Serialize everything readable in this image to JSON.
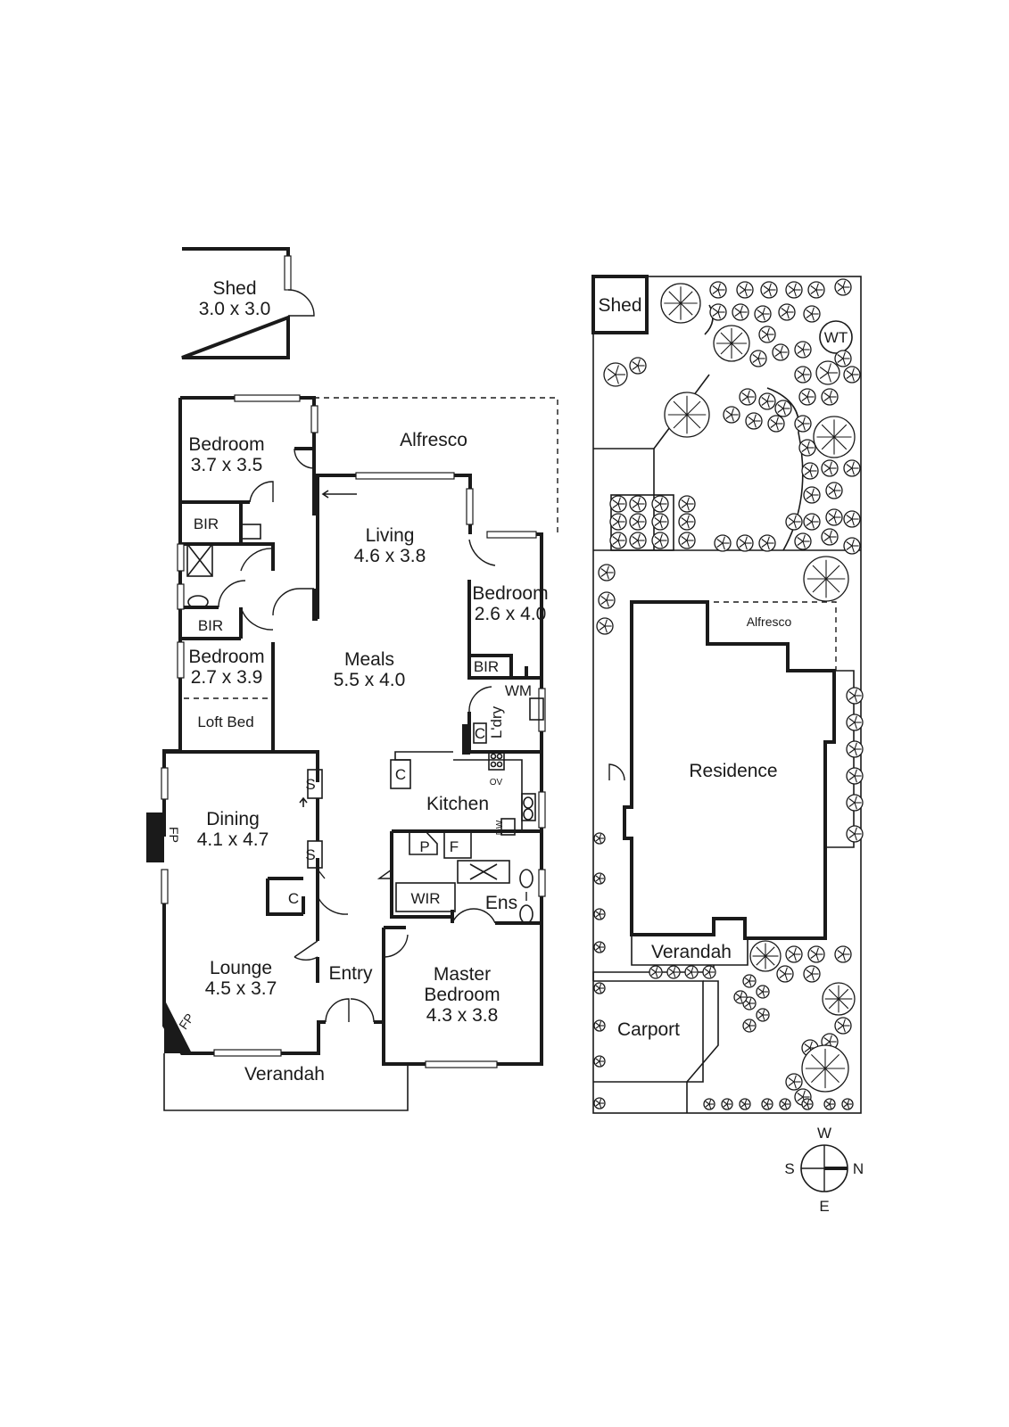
{
  "floor_plan": {
    "rooms": {
      "shed": {
        "name": "Shed",
        "size": "3.0 x 3.0"
      },
      "bedroom_top": {
        "name": "Bedroom",
        "size": "3.7 x 3.5"
      },
      "alfresco": {
        "name": "Alfresco"
      },
      "living": {
        "name": "Living",
        "size": "4.6 x 3.8"
      },
      "bedroom_right": {
        "name": "Bedroom",
        "size": "2.6 x 4.0"
      },
      "bir_top": {
        "name": "BIR"
      },
      "bir_mid": {
        "name": "BIR"
      },
      "bir_right": {
        "name": "BIR"
      },
      "bedroom_mid": {
        "name": "Bedroom",
        "size": "2.7 x 3.9"
      },
      "meals": {
        "name": "Meals",
        "size": "5.5 x 4.0"
      },
      "loft_bed": {
        "name": "Loft Bed"
      },
      "wm": {
        "name": "WM"
      },
      "laundry": {
        "name": "L'dry"
      },
      "laundry_cupboard": {
        "name": "C"
      },
      "kitchen_cupboard": {
        "name": "C"
      },
      "oven": {
        "name": "OV"
      },
      "kitchen": {
        "name": "Kitchen"
      },
      "dishwasher": {
        "name": "DW"
      },
      "pantry": {
        "name": "P"
      },
      "fridge": {
        "name": "F"
      },
      "dining": {
        "name": "Dining",
        "size": "4.1 x 4.7"
      },
      "fireplace_dining": {
        "name": "FP"
      },
      "storage_1": {
        "name": "S"
      },
      "storage_2": {
        "name": "S"
      },
      "cupboard_hall": {
        "name": "C"
      },
      "wir": {
        "name": "WIR"
      },
      "ensuite": {
        "name": "Ens"
      },
      "lounge": {
        "name": "Lounge",
        "size": "4.5 x 3.7"
      },
      "fireplace_lounge": {
        "name": "FP"
      },
      "entry": {
        "name": "Entry"
      },
      "master_bedroom": {
        "name_line1": "Master",
        "name_line2": "Bedroom",
        "size": "4.3 x 3.8"
      },
      "verandah": {
        "name": "Verandah"
      }
    }
  },
  "site_plan": {
    "shed": "Shed",
    "water_tank": "WT",
    "alfresco": "Alfresco",
    "residence": "Residence",
    "verandah": "Verandah",
    "carport": "Carport"
  },
  "compass": {
    "north": "N",
    "south": "S",
    "east": "E",
    "west": "W"
  }
}
